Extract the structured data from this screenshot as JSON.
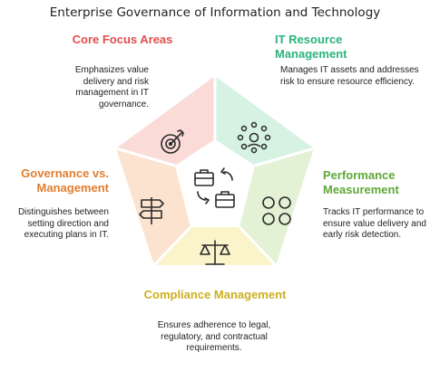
{
  "title": "Enterprise Governance of Information and Technology",
  "center": {
    "icon": "swap-briefcases-icon"
  },
  "segments": [
    {
      "key": "core",
      "heading": "Core Focus Areas",
      "description": "Emphasizes value delivery and risk management in IT governance.",
      "icon": "target-icon",
      "color": "#e04e4e",
      "fill": "#fadbd8"
    },
    {
      "key": "it",
      "heading": "IT Resource Management",
      "description": "Manages IT assets and addresses risk to ensure resource efficiency.",
      "icon": "network-people-icon",
      "color": "#2bb37c",
      "fill": "#d6f2e2"
    },
    {
      "key": "perf",
      "heading": "Performance Measurement",
      "description": "Tracks IT performance to ensure value delivery and early risk detection.",
      "icon": "four-circles-icon",
      "color": "#5fa838",
      "fill": "#e3f1d4"
    },
    {
      "key": "comp",
      "heading": "Compliance Management",
      "description": "Ensures adherence to legal, regulatory, and contractual requirements.",
      "icon": "scales-icon",
      "color": "#ccb01f",
      "fill": "#fbf3c9"
    },
    {
      "key": "gov",
      "heading": "Governance vs. Management",
      "description": "Distinguishes between setting direction and executing plans in IT.",
      "icon": "signpost-icon",
      "color": "#e07d2e",
      "fill": "#fce3d0"
    }
  ]
}
